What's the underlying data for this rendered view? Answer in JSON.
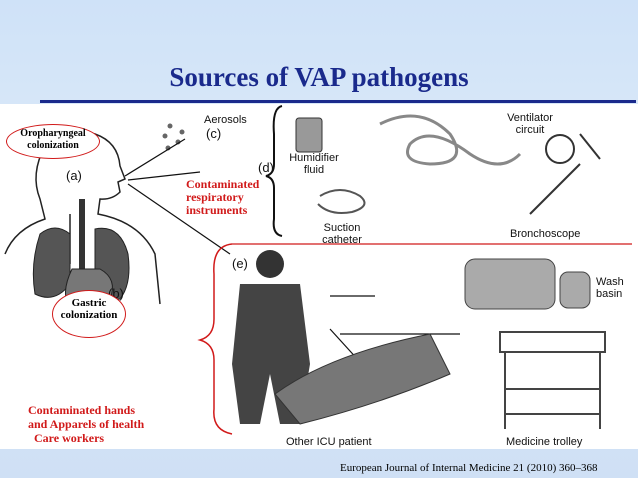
{
  "title": "Sources of VAP pathogens",
  "labels": {
    "oropharyngeal": "Oropharyngeal colonization",
    "a": "(a)",
    "b": "(b)",
    "gastric": "Gastric colonization",
    "aerosols": "Aerosols",
    "c": "(c)",
    "d": "(d)",
    "e": "(e)",
    "humidifier": "Humidifier fluid",
    "suction": "Suction catheter",
    "ventilator": "Ventilator circuit",
    "bronchoscope": "Bronchoscope",
    "contaminated_instruments": "Contaminated respiratory instruments",
    "wash_basin": "Wash basin",
    "other_patient": "Other ICU patient",
    "medicine_trolley": "Medicine trolley",
    "contaminated_hands_line1": "Contaminated hands",
    "contaminated_hands_line2": "and Apparels of health",
    "contaminated_hands_line3": "Care workers"
  },
  "citation": "European Journal of Internal Medicine 21 (2010) 360–368",
  "colors": {
    "title": "#1a2a8c",
    "highlight": "#d11a1a",
    "background": "#dceaf9"
  }
}
